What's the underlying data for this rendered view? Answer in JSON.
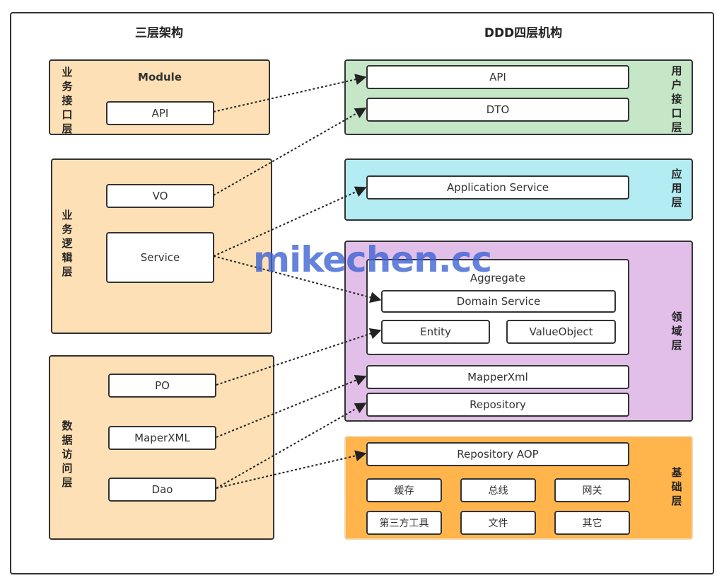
{
  "titles": {
    "left": "三层架构",
    "right": "DDD四层机构"
  },
  "left": {
    "business_interface": {
      "label": "业务接口层",
      "module": "Module",
      "api": "API"
    },
    "business_logic": {
      "label": "业务逻辑层",
      "vo": "VO",
      "service": "Service"
    },
    "data_access": {
      "label": "数据访问层",
      "po": "PO",
      "mapper": "MaperXML",
      "dao": "Dao"
    }
  },
  "right": {
    "user_interface": {
      "label": "用户接口层",
      "api": "API",
      "dto": "DTO",
      "color": "#c6e6c8"
    },
    "application": {
      "label": "应用层",
      "service": "Application Service",
      "color": "#b3ecf2"
    },
    "domain": {
      "label": "领域层",
      "aggregate": "Aggregate",
      "domain_service": "Domain Service",
      "entity": "Entity",
      "value_object": "ValueObject",
      "mapper": "MapperXml",
      "repository": "Repository",
      "color": "#e1bfe8"
    },
    "infrastructure": {
      "label": "基础层",
      "repo_aop": "Repository AOP",
      "items": [
        "缓存",
        "总线",
        "网关",
        "第三方工具",
        "文件",
        "其它"
      ],
      "color": "#ffb54c"
    }
  },
  "left_panel_color": "#fde0b5",
  "watermark": "mikechen.cc"
}
